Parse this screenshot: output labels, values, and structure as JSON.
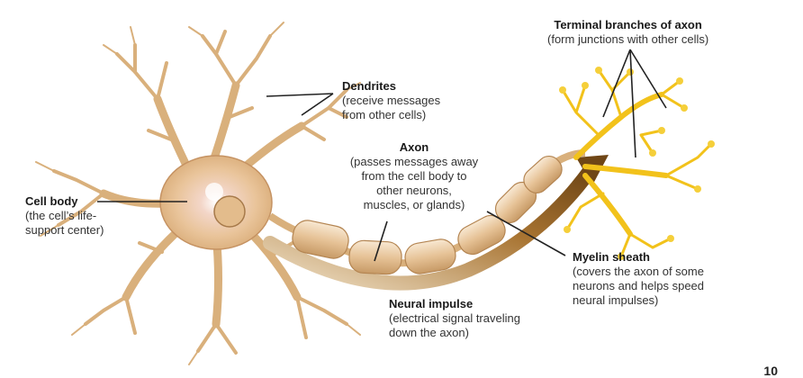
{
  "labels": {
    "terminal": {
      "title": "Terminal branches of axon",
      "desc": "(form junctions with other cells)"
    },
    "dendrites": {
      "title": "Dendrites",
      "desc1": "(receive messages",
      "desc2": "from other cells)"
    },
    "axon": {
      "title": "Axon",
      "desc1": "(passes messages away",
      "desc2": "from the cell body to",
      "desc3": "other neurons,",
      "desc4": "muscles, or glands)"
    },
    "cellbody": {
      "title": "Cell body",
      "desc1": "(the cell’s life-",
      "desc2": "support center)"
    },
    "myelin": {
      "title": "Myelin sheath",
      "desc1": "(covers the axon of some",
      "desc2": "neurons and helps speed",
      "desc3": "neural impulses)"
    },
    "impulse": {
      "title": "Neural impulse",
      "desc1": "(electrical signal traveling",
      "desc2": "down the axon)"
    }
  },
  "page_number": "10",
  "colors": {
    "neuron": "#e8c79a",
    "neuron_edge": "#b8895a",
    "terminal": "#f2c21b",
    "impulse": "#8a5a1e",
    "nucleus_glow": "#f4d6c4"
  }
}
